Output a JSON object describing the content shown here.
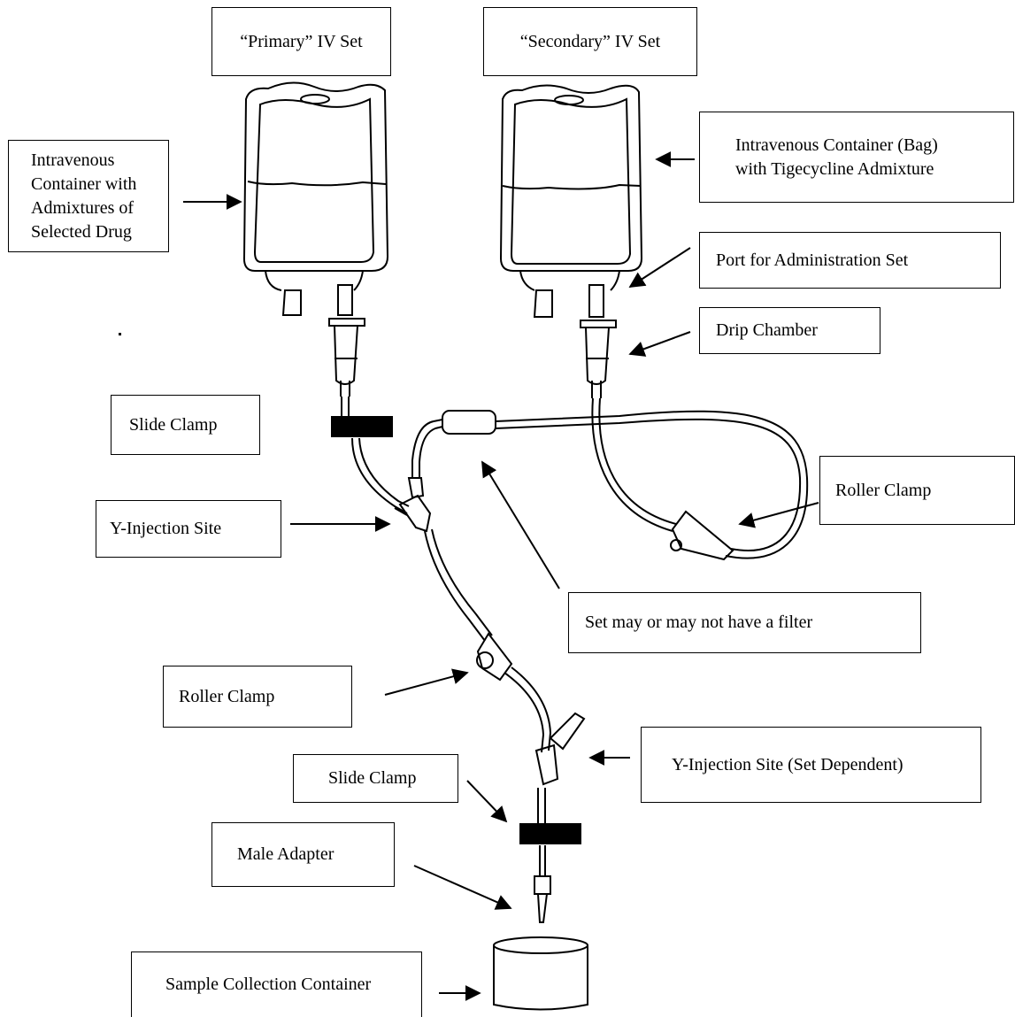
{
  "labels": {
    "primary_set": "“Primary” IV  Set",
    "secondary_set": "“Secondary” IV Set",
    "primary_container": "Intravenous\nContainer with\nAdmixtures of\nSelected Drug",
    "secondary_container": "Intravenous Container (Bag)\nwith Tigecycline Admixture",
    "port": "Port for Administration Set",
    "drip_chamber": "Drip Chamber",
    "slide_clamp_upper": "Slide Clamp",
    "roller_clamp_right": "Roller Clamp",
    "y_injection_upper": "Y-Injection Site",
    "filter": "Set may or may not have a filter",
    "roller_clamp_lower": "Roller Clamp",
    "y_injection_lower": "Y-Injection Site (Set Dependent)",
    "slide_clamp_lower": "Slide Clamp",
    "male_adapter": "Male Adapter",
    "sample_container": "Sample Collection Container"
  }
}
